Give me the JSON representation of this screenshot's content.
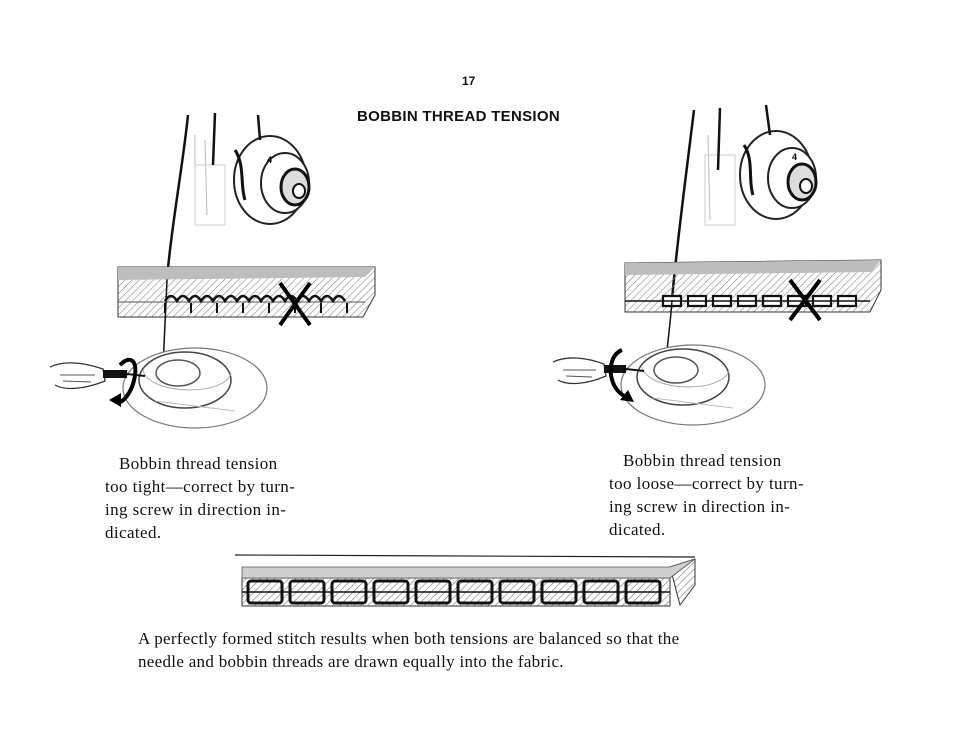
{
  "page": {
    "number": "17",
    "title": "BOBBIN THREAD TENSION"
  },
  "left_caption": {
    "lines": [
      "Bobbin thread tension",
      "too tight—correct by turn-",
      "ing screw in direction in-",
      "dicated."
    ]
  },
  "right_caption": {
    "lines": [
      "Bobbin thread tension",
      "too loose—correct by turn-",
      "ing screw in direction in-",
      "dicated."
    ]
  },
  "summary": {
    "lines": [
      "A perfectly formed stitch results when both tensions are balanced so that the",
      "needle and bobbin threads are drawn equally into the fabric."
    ]
  },
  "colors": {
    "ink": "#111111",
    "paper": "#ffffff",
    "hatch": "#9a9a9a"
  }
}
